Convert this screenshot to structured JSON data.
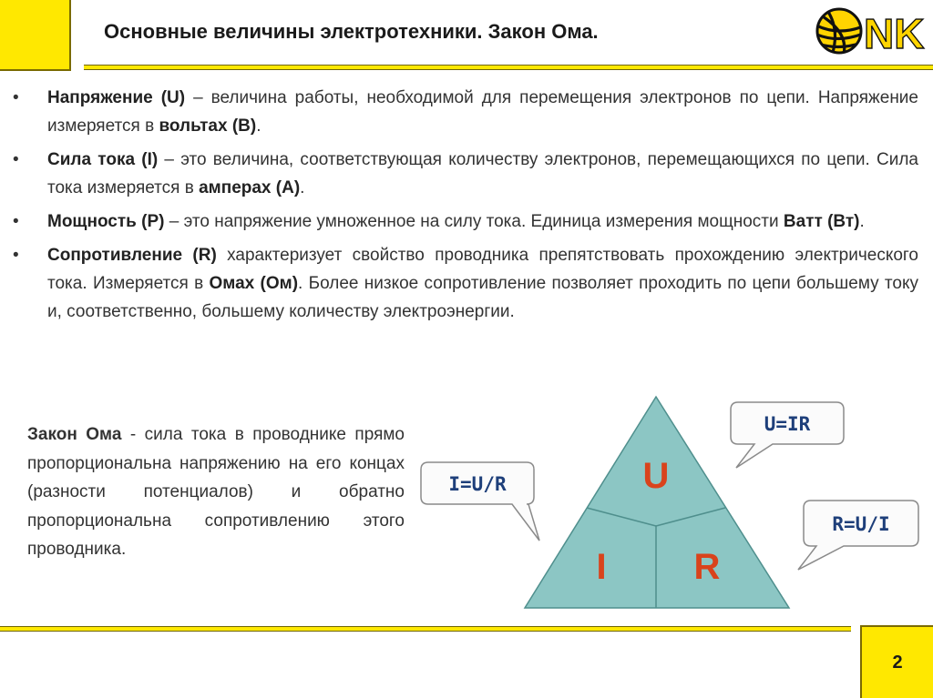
{
  "header": {
    "title": "Основные величины электротехники. Закон Ома.",
    "logo_text": "NK"
  },
  "bullets": [
    {
      "term": "Напряжение (U)",
      "text_1": " – величина работы, необходимой для перемещения электронов по цепи. Напряжение измеряется в ",
      "unit": "вольтах (В)",
      "text_2": "."
    },
    {
      "term": "Сила тока (I)",
      "text_1": " – это величина, соответствующая количеству электронов, перемещающихся по цепи. Сила тока измеряется в ",
      "unit": "амперах (А)",
      "text_2": "."
    },
    {
      "term": "Мощность (Р)",
      "text_1": " – это напряжение умноженное на силу тока. Единица измерения мощности ",
      "unit": "Ватт (Вт)",
      "text_2": "."
    },
    {
      "term": "Сопротивление (R)",
      "text_1": " характеризует свойство проводника препятствовать прохождению электрического тока. Измеряется в ",
      "unit": "Омах (Ом)",
      "text_2": ". Более низкое сопротивление позволяет проходить по цепи большему току и, соответственно, большему количеству электроэнергии."
    }
  ],
  "ohms_law": {
    "term": "Закон Ома",
    "text": " - сила тока в проводнике прямо пропорциональна напряжению на его концах (разности потенциалов) и обратно пропорциональна сопротивлению этого проводника."
  },
  "triangle": {
    "top": "U",
    "left": "I",
    "right": "R",
    "fill": "#8cc6c4",
    "letter_color": "#d9431c"
  },
  "bubbles": {
    "voltage": "U=IR",
    "current": "I=U/R",
    "resistance": "R=U/I"
  },
  "footer": {
    "page_number": "2"
  },
  "colors": {
    "accent": "#ffe800",
    "bubble_text": "#1e3f7a"
  }
}
